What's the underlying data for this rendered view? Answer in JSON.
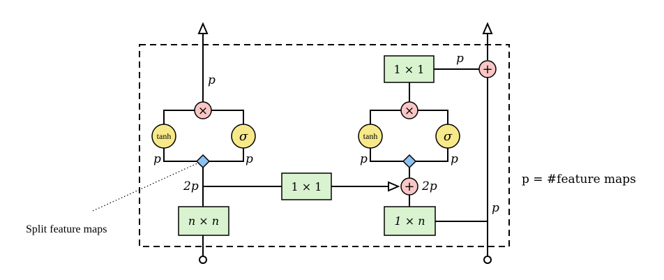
{
  "labels": {
    "p_left_top": "p",
    "p_left_tanh": "p",
    "p_left_sigma": "p",
    "two_p_left": "2p",
    "p_right_top": "p",
    "p_right_tanh": "p",
    "p_right_sigma": "p",
    "two_p_right": "2p",
    "p_right_vertical": "p",
    "legend": "p = #feature maps",
    "split_annotation": "Split feature maps"
  },
  "boxes": {
    "nxn": "n × n",
    "one_x_one_middle": "1 × 1",
    "one_x_n": "1 × n",
    "one_x_one_top": "1 × 1"
  },
  "gates": {
    "left_tanh": "tanh",
    "left_sigma": "σ",
    "right_tanh": "tanh",
    "right_sigma": "σ",
    "multiply_symbol": "×",
    "add_symbol": "+"
  },
  "colors": {
    "box_fill": "#d9f2cf",
    "gate_fill": "#f7e98a",
    "op_fill": "#f9c6c6",
    "diamond_fill": "#8fc1ee",
    "stroke": "#000000"
  }
}
